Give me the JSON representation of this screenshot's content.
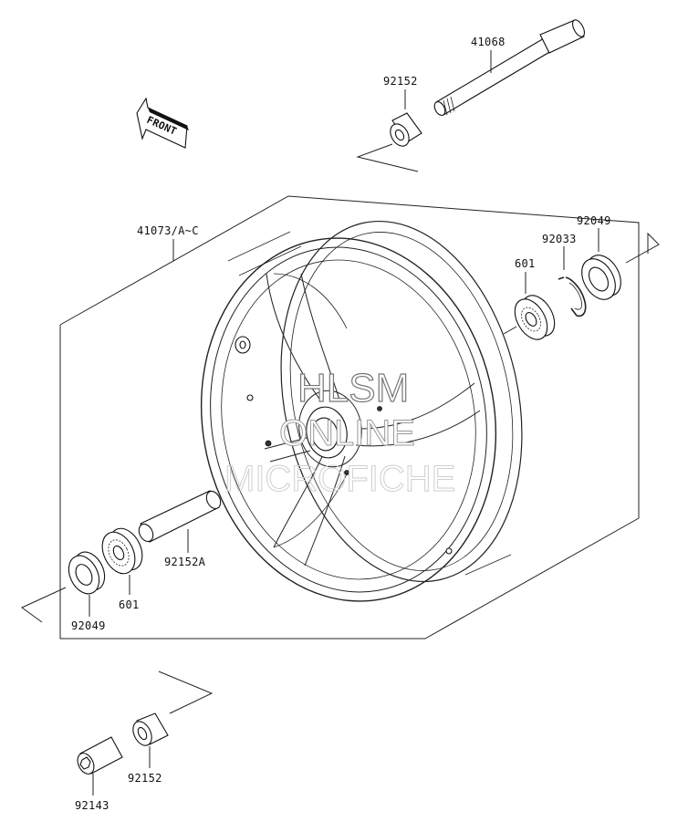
{
  "labels": {
    "axle": "41068",
    "collar_right": "92152",
    "wheel": "41073/A~C",
    "seal_right": "92049",
    "circlip": "92033",
    "bearing_right": "601",
    "spacer": "92152A",
    "bearing_left": "601",
    "seal_left": "92049",
    "collar_left": "92152",
    "nut": "92143"
  },
  "front_arrow": "FRONT",
  "watermark": {
    "line1": "HLSM",
    "line2": "ONLINE",
    "line3": "MICROFICHE"
  }
}
